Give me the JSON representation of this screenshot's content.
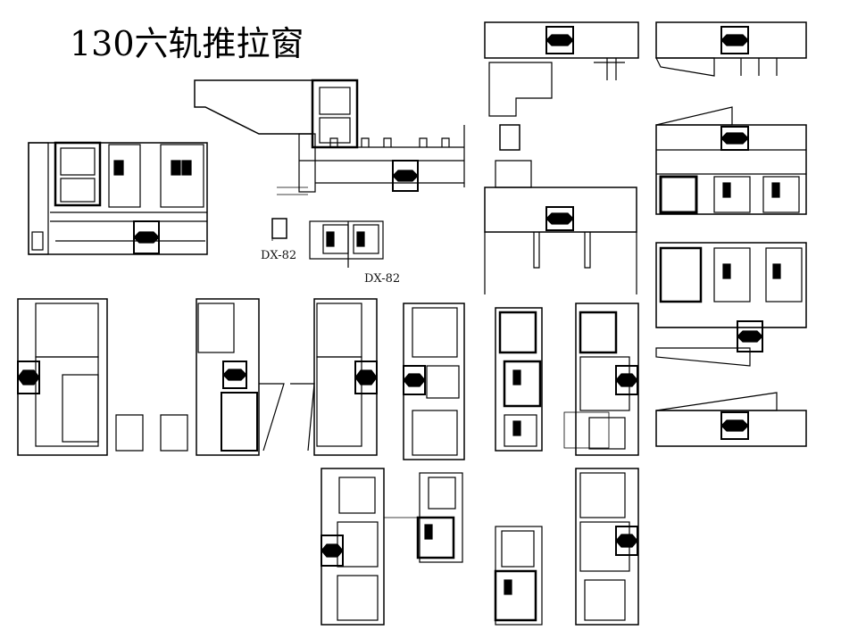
{
  "title": "130六轨推拉窗",
  "profile_labels": {
    "left": "DX-82",
    "right": "DX-82"
  }
}
